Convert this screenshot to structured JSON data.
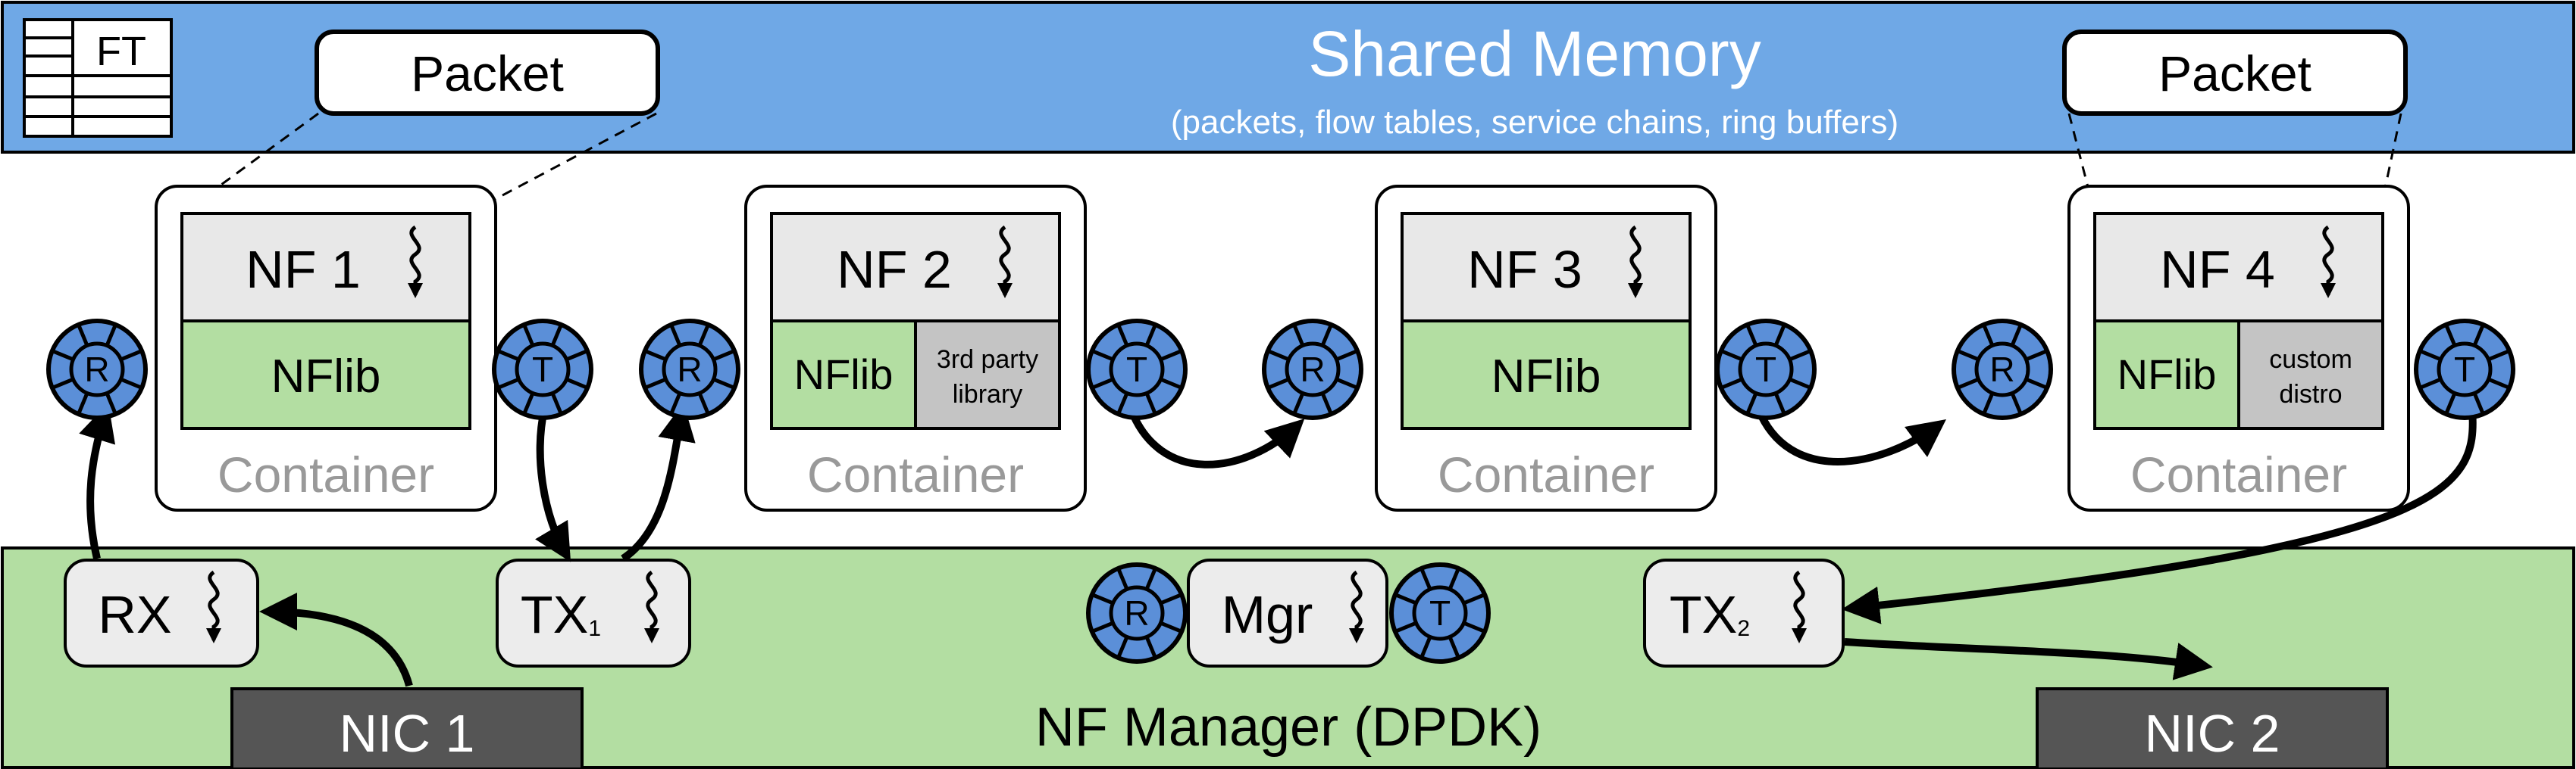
{
  "shared_memory": {
    "title": "Shared Memory",
    "subtitle": "(packets, flow tables, service chains, ring buffers)",
    "flow_table_label": "FT",
    "packets": [
      "Packet",
      "Packet"
    ],
    "color": "#6fa8e6"
  },
  "containers": [
    {
      "nf_label": "NF 1",
      "lib_label": "NFlib",
      "extra_lines": [],
      "container_label": "Container"
    },
    {
      "nf_label": "NF 2",
      "lib_label": "NFlib",
      "extra_lines": [
        "3rd party",
        "library"
      ],
      "container_label": "Container"
    },
    {
      "nf_label": "NF 3",
      "lib_label": "NFlib",
      "extra_lines": [],
      "container_label": "Container"
    },
    {
      "nf_label": "NF 4",
      "lib_label": "NFlib",
      "extra_lines": [
        "custom",
        "distro"
      ],
      "container_label": "Container"
    }
  ],
  "rings": {
    "rx_letter": "R",
    "tx_letter": "T",
    "color": "#5b8fd8"
  },
  "manager": {
    "title": "NF Manager (DPDK)",
    "threads": [
      {
        "label": "RX",
        "sub": ""
      },
      {
        "label": "TX",
        "sub": "1"
      },
      {
        "label": "Mgr",
        "sub": ""
      },
      {
        "label": "TX",
        "sub": "2"
      }
    ],
    "nics": [
      "NIC 1",
      "NIC 2"
    ],
    "color": "#b3dea2"
  },
  "colors": {
    "nflib": "#b3dea2",
    "nf_box": "#e8e8e8",
    "extra_box": "#c4c4c4",
    "nic": "#555555",
    "thread": "#ececec"
  }
}
